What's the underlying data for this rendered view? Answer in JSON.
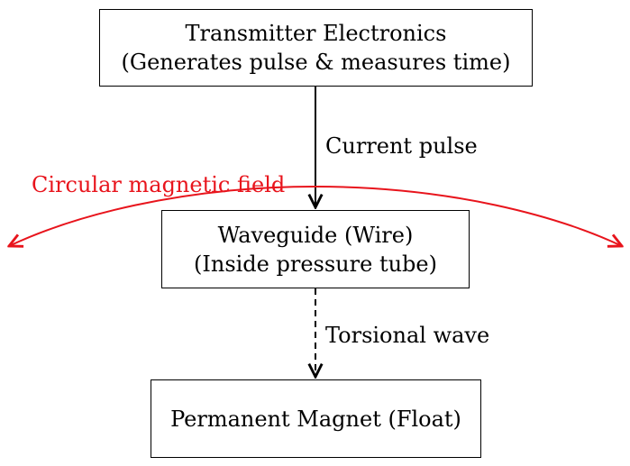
{
  "nodes": {
    "transmitter": {
      "line1": "Transmitter Electronics",
      "line2": "(Generates pulse & measures time)"
    },
    "waveguide": {
      "line1": "Waveguide (Wire)",
      "line2": "(Inside pressure tube)"
    },
    "magnet": {
      "line1": "Permanent Magnet (Float)"
    }
  },
  "edges": {
    "current_pulse": "Current pulse",
    "torsional_wave": "Torsional wave"
  },
  "field": {
    "label": "Circular magnetic field",
    "color": "#e8141c"
  }
}
